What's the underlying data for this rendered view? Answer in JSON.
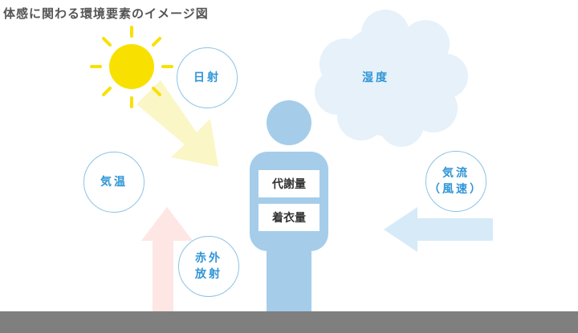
{
  "title": "体感に関わる環境要素のイメージ図",
  "labels": {
    "radiation": "日射",
    "humidity": "湿度",
    "air_temp": "気温",
    "airflow_line1": "気流",
    "airflow_line2": "（風速）",
    "infrared_line1": "赤外",
    "infrared_line2": "放射",
    "metabolism": "代謝量",
    "clothing": "着衣量"
  },
  "colors": {
    "sun": "#f8e100",
    "sun_ray": "#f8e100",
    "solar_arrow": "#fbf6c6",
    "cloud": "#e6f1fa",
    "person": "#a5cdea",
    "wind_arrow": "#d6eaf8",
    "heat_arrow": "#fde6e4",
    "label_text": "#2f95d6",
    "circle_border": "#8cc3e6",
    "ground": "#7f7f7f"
  }
}
